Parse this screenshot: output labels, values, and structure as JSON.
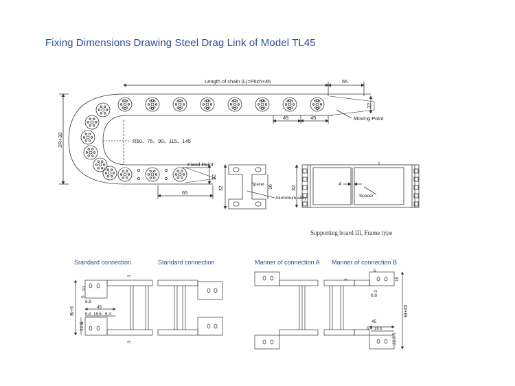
{
  "title": "Fixing Dimensions Drawing Steel Drag Link of Model TL45",
  "main_drawing": {
    "length_label": "Length of chain (L)=Pitch×45",
    "dim_65_top": "65",
    "dim_32_right": "32",
    "pitch_a": "45",
    "pitch_b": "45",
    "moving_point": "Moving Point",
    "height_label": "2R+32",
    "radius_label": "R50、75、90、115、145",
    "fixed_point": "Fixed Point",
    "dim_32_fixed": "32",
    "dim_65_bottom": "65"
  },
  "link_profile": {
    "spacer": "Spacer",
    "dim_16": "16",
    "dim_32": "32",
    "aluminium": "Aluminium alloy"
  },
  "frame_view": {
    "dim_32": "32",
    "dim_4": "4",
    "spacer": "Spacer",
    "caption": "Supporting board III, Frame type"
  },
  "connections": {
    "standard_1": {
      "label": "Srandard connection",
      "d10": "10",
      "d5": "5",
      "d68": "6.8",
      "d45": "45",
      "d64a": "6.4",
      "d186": "18.6",
      "d64b": "6.4",
      "d225": "22.5",
      "d5b": "5",
      "bi6": "Bi+6",
      "d3a": "3",
      "d3b": "3"
    },
    "standard_2": {
      "label": "Standard connection"
    },
    "manner_a": {
      "label": "Manner of connection A"
    },
    "manner_b": {
      "label": "Manner of connection B",
      "d3": "3",
      "d5": "5",
      "d10": "10",
      "d3b": "3",
      "d68": "6.8",
      "d45": "45",
      "d64": "6.4",
      "d186": "18.6",
      "d5b": "5",
      "d225": "22.5",
      "bi45": "Bi+45"
    }
  }
}
